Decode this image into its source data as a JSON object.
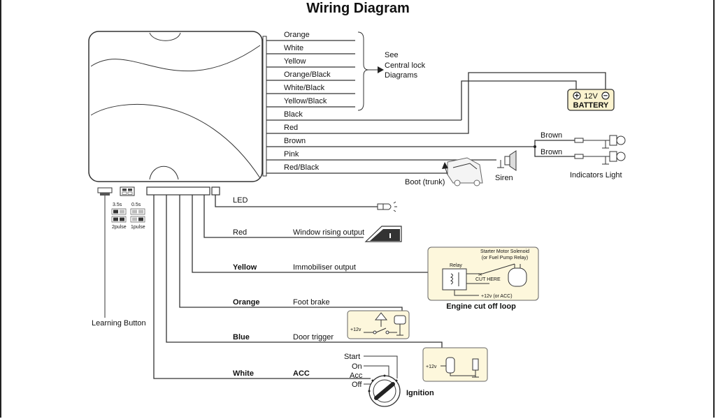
{
  "title": "Wiring Diagram",
  "connector_a": {
    "wires": [
      "Orange",
      "White",
      "Yellow",
      "Orange/Black",
      "White/Black",
      "Yellow/Black",
      "Black",
      "Red",
      "Brown",
      "Pink",
      "Red/Black"
    ],
    "see_note": [
      "See",
      "Central lock",
      "Diagrams"
    ]
  },
  "battery": {
    "voltage": "12V",
    "label": "BATTERY",
    "plus": "+",
    "minus": "−"
  },
  "indicators": {
    "wire1": "Brown",
    "wire2": "Brown",
    "label": "Indicators Light"
  },
  "siren_label": "Siren",
  "boot_label": "Boot (trunk)",
  "dip_switch": {
    "t1": "3.5s",
    "t2": "0.5s",
    "p1": "2pulse",
    "p2": "1pulse"
  },
  "learning_button_label": "Learning Button",
  "outputs": {
    "led": "LED",
    "red_wire": "Red",
    "window": "Window rising output",
    "yellow_wire": "Yellow",
    "immobiliser": "Immobiliser output",
    "orange_wire": "Orange",
    "foot_brake": "Foot brake",
    "blue_wire": "Blue",
    "door_trigger": "Door trigger",
    "white_wire": "White",
    "acc": "ACC"
  },
  "engine_cutoff": {
    "solenoid_line1": "Starter Motor Solenoid",
    "solenoid_line2": "(or Fuel Pump Relay)",
    "relay": "Relay",
    "cut_here": "CUT HERE",
    "supply": "+12v (or ACC)",
    "label": "Engine cut off loop"
  },
  "foot_brake_box": {
    "v": "+12v"
  },
  "door_box": {
    "v": "+12v"
  },
  "ignition": {
    "positions": [
      "Start",
      "On",
      "Acc",
      "Off"
    ],
    "label": "Ignition"
  }
}
